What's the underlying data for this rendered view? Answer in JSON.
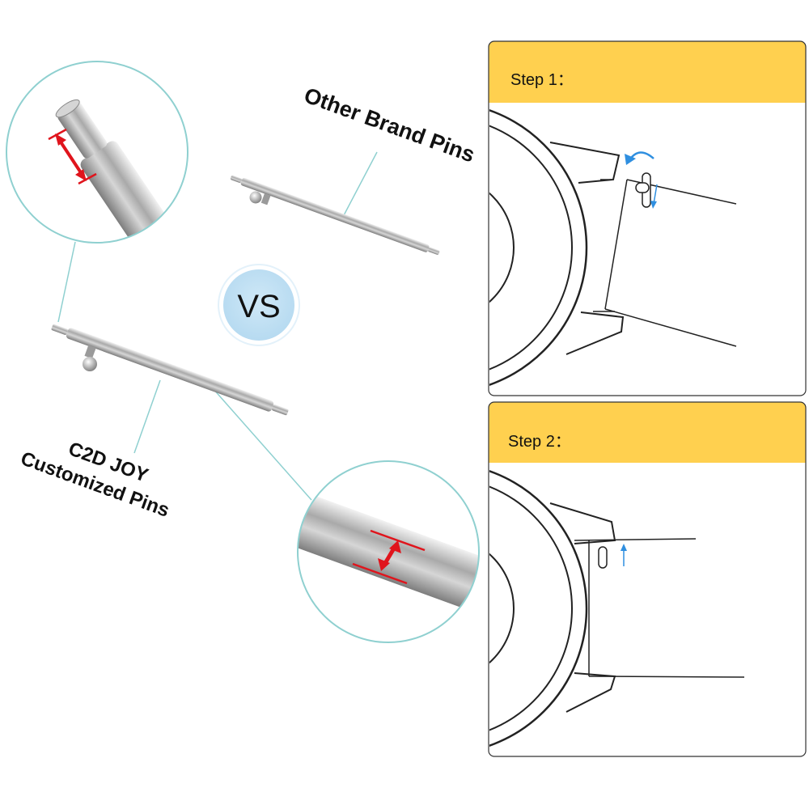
{
  "labels": {
    "other_brand": "Other Brand Pins",
    "vs": "VS",
    "custom_line1": "C2D JOY",
    "custom_line2": "Customized Pins"
  },
  "steps": [
    {
      "title": "Step 1："
    },
    {
      "title": "Step 2："
    }
  ],
  "colors": {
    "panel_header": "#ffd04f",
    "vs_badge": "#bfe0f4",
    "callout_line": "#8fd0d0",
    "arrow_red": "#e0141c",
    "arrow_blue": "#2f8fe0",
    "metal": "#b8b8b8"
  }
}
